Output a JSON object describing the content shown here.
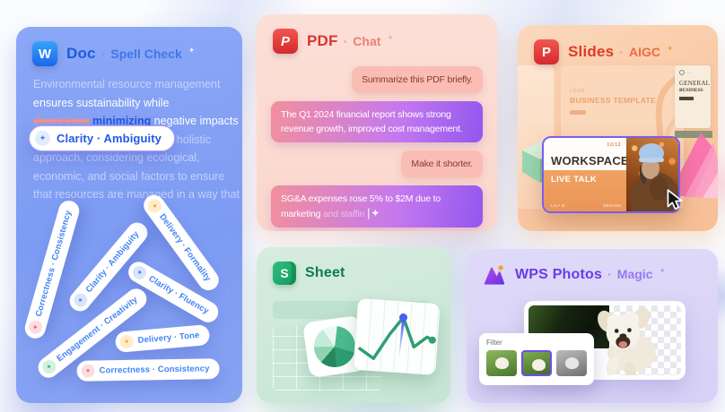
{
  "glyphs": {
    "sparkle": "✦",
    "dot": "·",
    "caret": "|"
  },
  "colors": {
    "doc_accent": "#1a5ede",
    "pdf_accent": "#d8372f",
    "slides_accent": "#e03a28",
    "sheet_accent": "#0d7b4f",
    "photos_accent": "#6a3be8",
    "badge_pink": "#f4637a",
    "badge_blue": "#4285f4",
    "badge_orange": "#f6a81c",
    "badge_green": "#3cb981",
    "ai_bubble_gradient": [
      "#f28f9d",
      "#9257ee"
    ],
    "user_bubble": "#f9bdb5"
  },
  "doc_card": {
    "icon_letter": "W",
    "app": "Doc",
    "feature": "Spell Check",
    "paragraph": {
      "line1": "Environmental resource management",
      "line2": "ensures sustainability while",
      "strike": "diminishing",
      "replacement": "minimizing",
      "line3_rest": "negative impacts",
      "line4": "on ecosystems. It involves a holistic",
      "line5": "approach, considering ecological,",
      "line6": "economic, and social factors to ensure",
      "line7": "that resources are managed in a way that"
    },
    "callout": "Clarity · Ambiguity",
    "tags": [
      {
        "label": "Correctness · Consistency"
      },
      {
        "label": "Clarity · Ambiguity"
      },
      {
        "label": "Delivery · Formality"
      },
      {
        "label": "Clarity · Fluency"
      },
      {
        "label": "Engagement · Creativity"
      },
      {
        "label": "Delivery · Tone"
      },
      {
        "label": "Correctness · Consistency"
      }
    ]
  },
  "pdf_card": {
    "icon_letter": "P",
    "app": "PDF",
    "feature": "Chat",
    "messages": [
      {
        "role": "user",
        "text": "Summarize this PDF briefly."
      },
      {
        "role": "ai",
        "text": "The Q1 2024 financial report shows strong revenue growth, improved cost management."
      },
      {
        "role": "user",
        "text": "Make it shorter."
      },
      {
        "role": "ai",
        "text": "SG&A expenses rose 5% to $2M due to marketing ",
        "typing": "and staffin"
      }
    ]
  },
  "slides_card": {
    "icon_letter": "P",
    "app": "Slides",
    "feature": "AIGC",
    "bg_slide": {
      "logo": "LOGO",
      "title": "BUSINESS TEMPLATE"
    },
    "side_slide": {
      "line1": "GENERAL",
      "line2": "BUSINESS"
    },
    "slide": {
      "page": "12/12",
      "title": "WORKSPACE",
      "subtitle": "LIVE TALK",
      "footer_left": "LILY D",
      "footer_right": "DESIGN"
    }
  },
  "sheet_card": {
    "icon_letter": "S",
    "app": "Sheet"
  },
  "photos_card": {
    "app": "WPS Photos",
    "feature": "Magic",
    "filter": {
      "label": "Filter"
    }
  }
}
